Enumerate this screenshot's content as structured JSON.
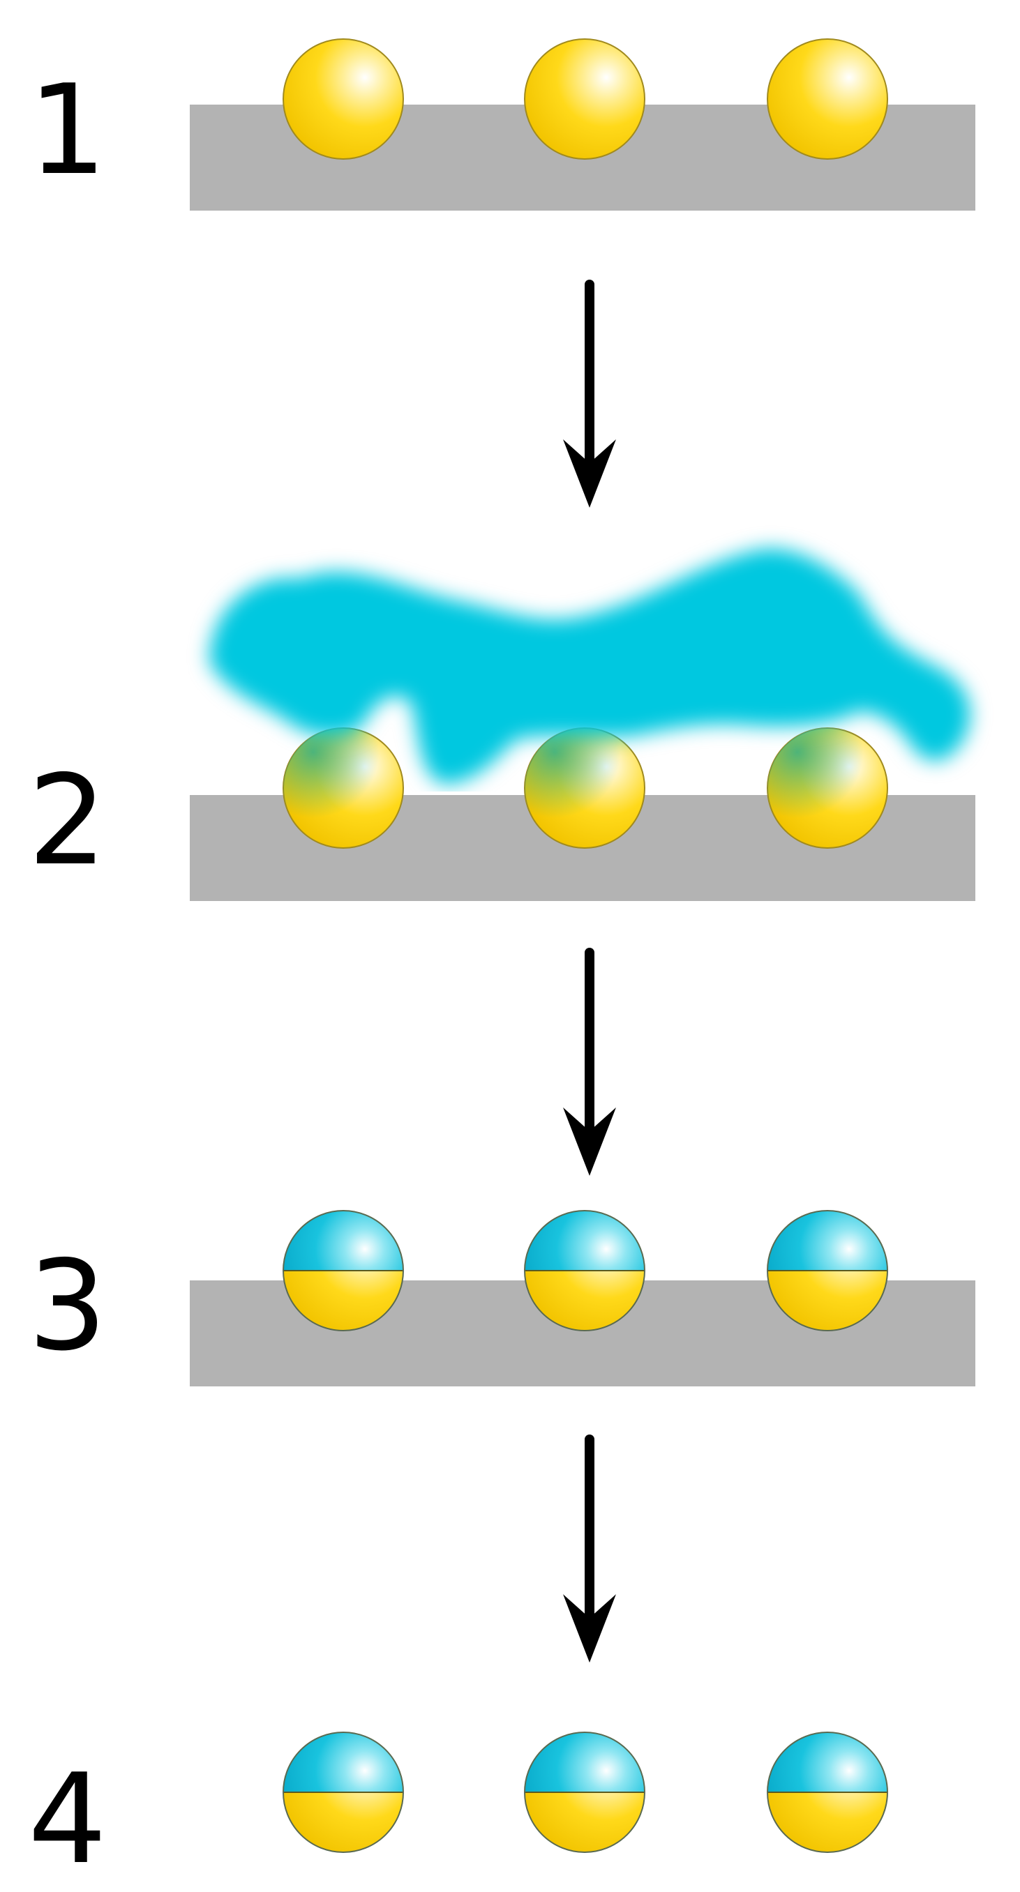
{
  "steps": [
    {
      "label": "1",
      "substrate": true,
      "coating": "none",
      "particles": "plain"
    },
    {
      "label": "2",
      "substrate": true,
      "coating": "vapor",
      "particles": "plain"
    },
    {
      "label": "3",
      "substrate": true,
      "coating": "none",
      "particles": "janus"
    },
    {
      "label": "4",
      "substrate": false,
      "coating": "none",
      "particles": "janus"
    }
  ],
  "colors": {
    "substrate": "#b3b3b3",
    "particle_core": "#ffd400",
    "particle_edge": "#a08a1e",
    "coating": "#00c8e0",
    "arrow": "#000000",
    "label": "#000000"
  },
  "icons": [
    "down-arrow-icon"
  ]
}
